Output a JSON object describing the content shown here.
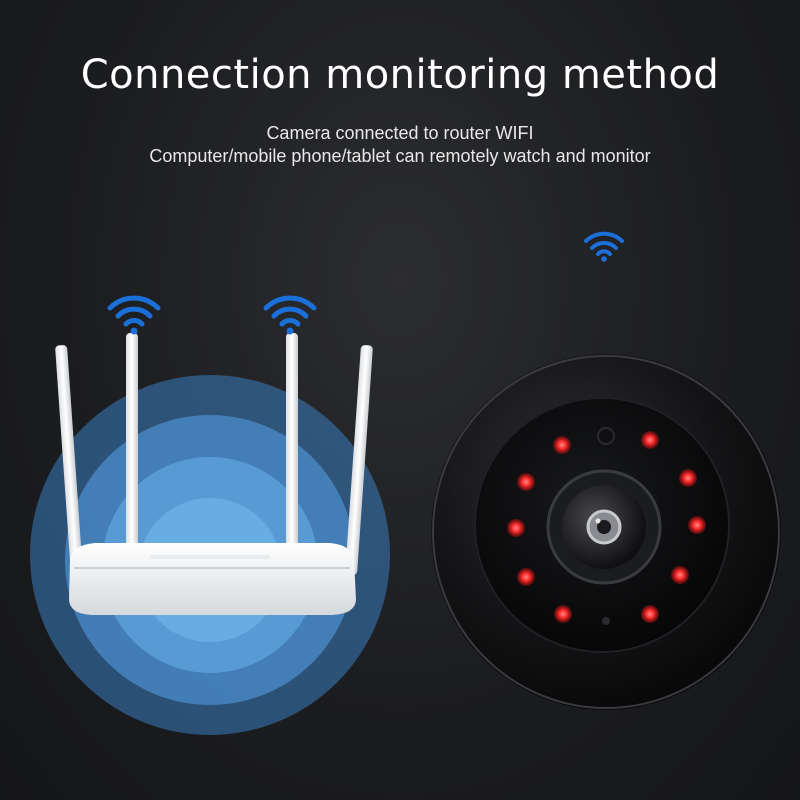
{
  "header": {
    "title": "Connection monitoring method",
    "subtitle_line1": "Camera connected to router WIFI",
    "subtitle_line2": "Computer/mobile phone/tablet can remotely watch and monitor"
  },
  "icons": {
    "router_wifi_left": "wifi-icon",
    "router_wifi_right": "wifi-icon",
    "camera_wifi": "wifi-icon"
  },
  "colors": {
    "wifi_blue": "#1a6fd8",
    "signal_blue": "#5aa6e6",
    "ir_led_red": "#ff2a2a",
    "background": "#1e1f22"
  }
}
